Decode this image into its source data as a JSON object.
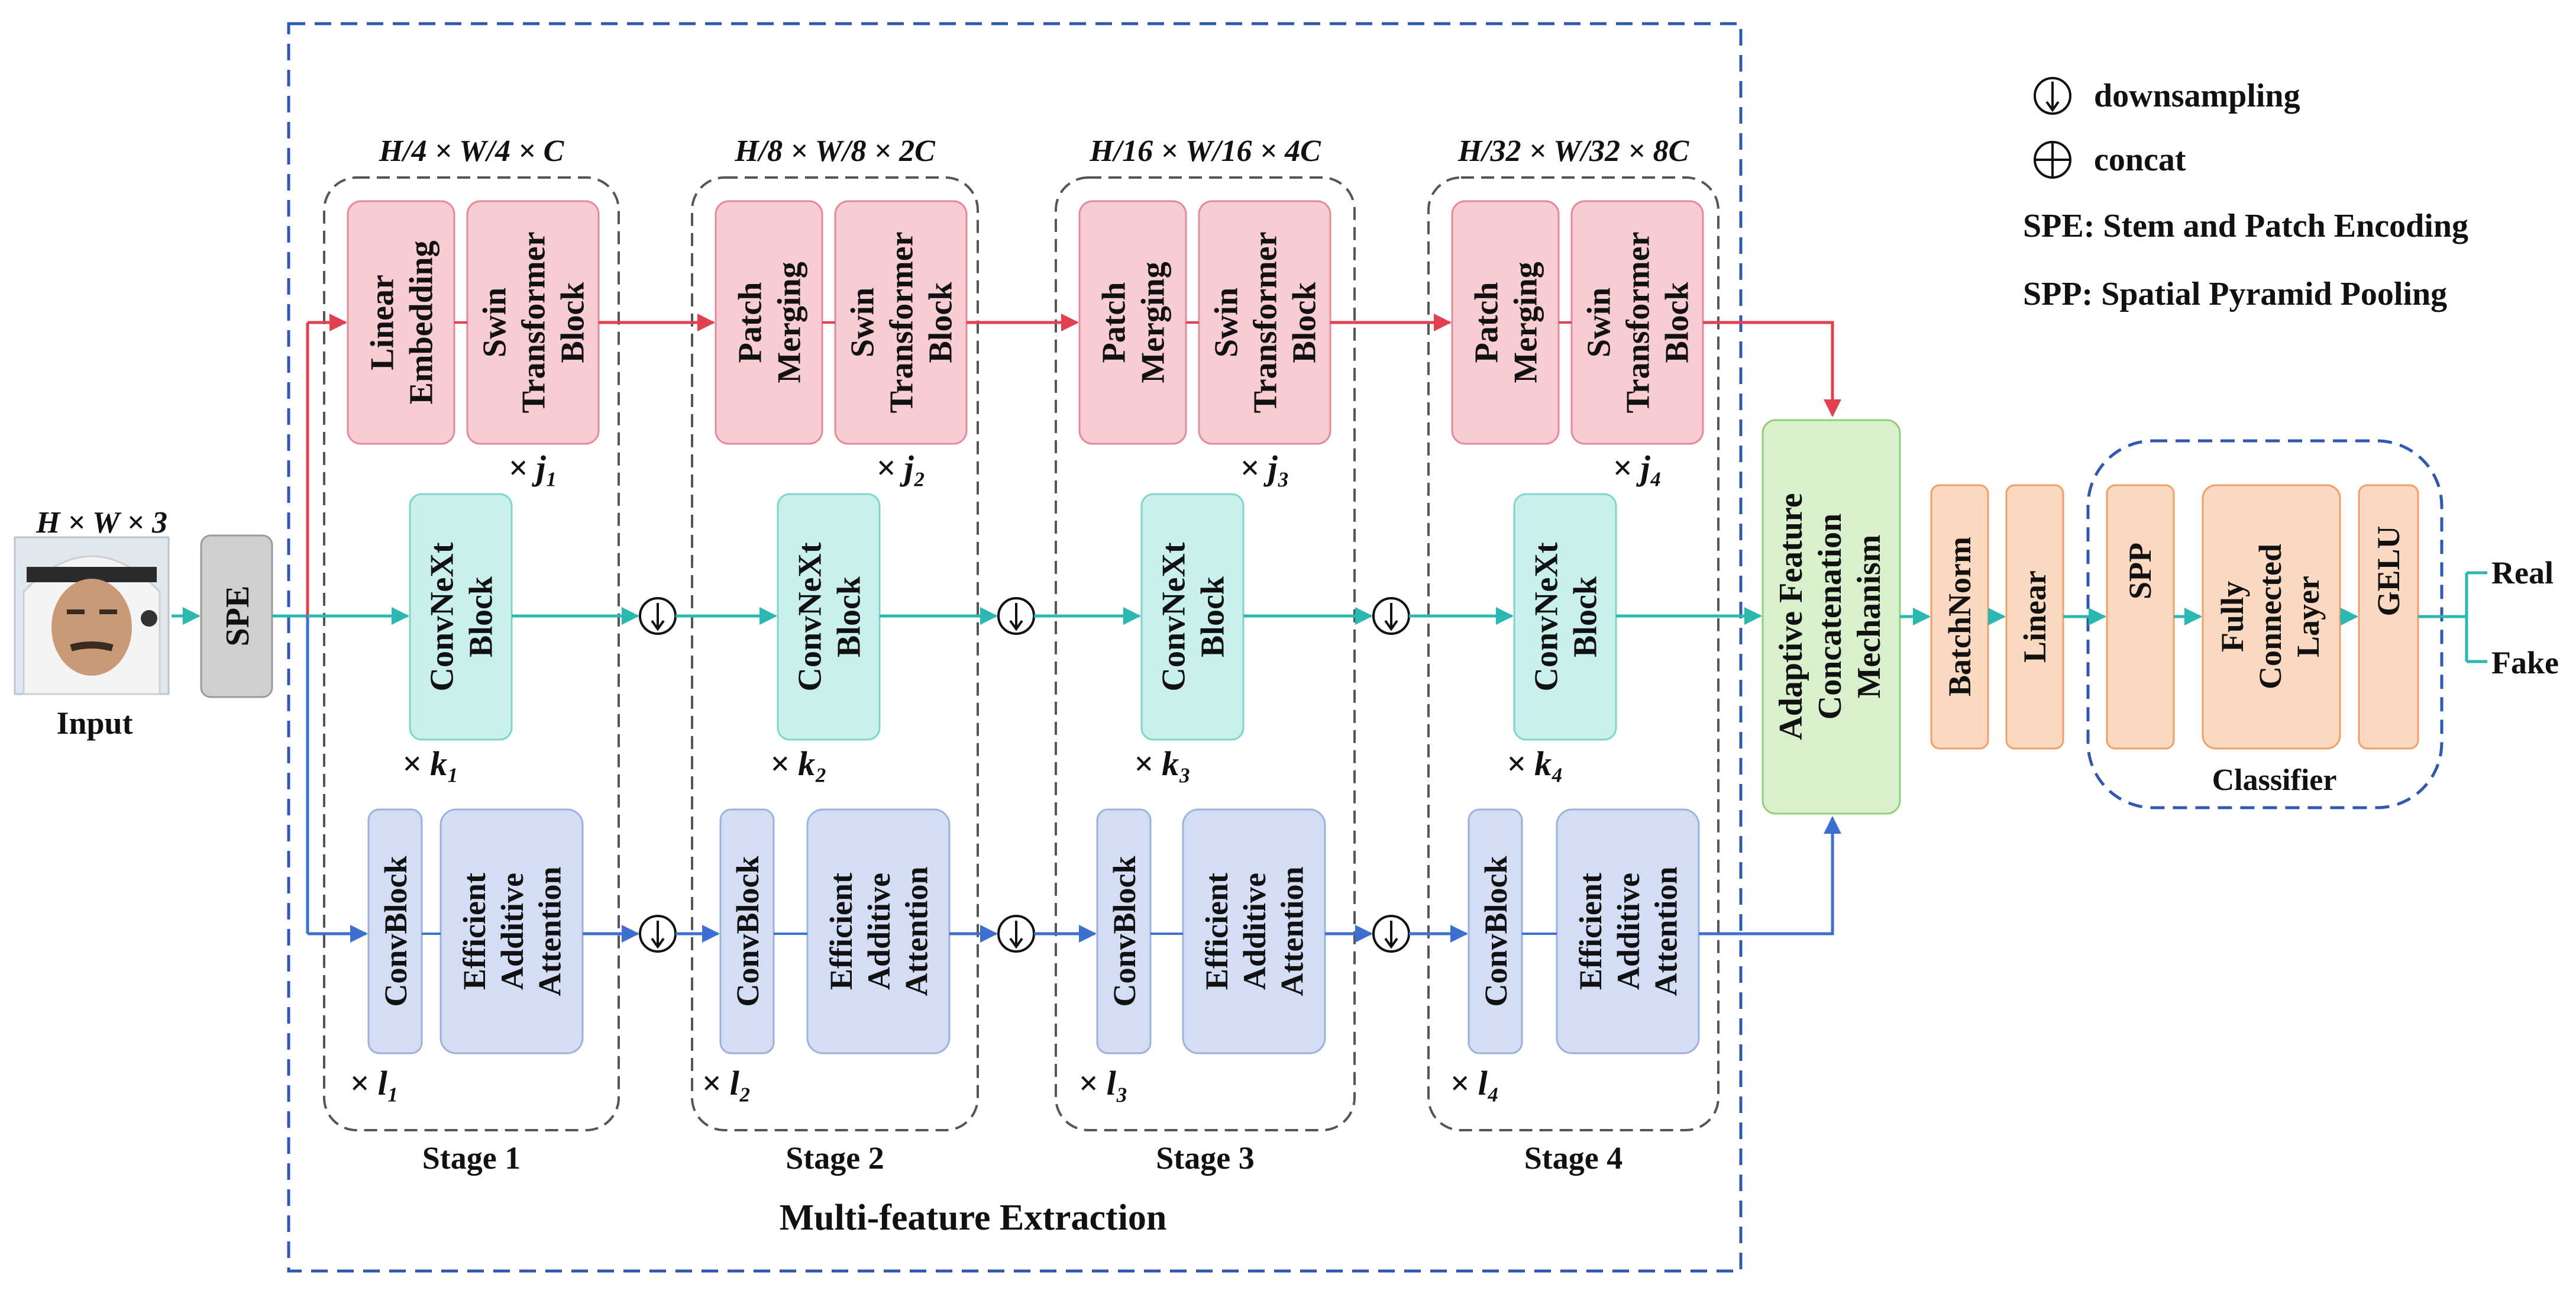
{
  "input": {
    "dim_label": "H × W × 3",
    "label": "Input"
  },
  "spe": {
    "label": "SPE"
  },
  "container": {
    "title": "Multi-feature Extraction"
  },
  "stages": [
    {
      "name": "Stage 1",
      "dim": "H/4 × W/4 × C",
      "top_blocks": [
        "Linear\nEmbedding",
        "Swin\nTransformer\nBlock"
      ],
      "top_repeat": "× j₁",
      "mid_block": "ConvNeXt\nBlock",
      "mid_repeat": "× k₁",
      "bot_blocks": [
        "ConvBlock",
        "Efficient\nAdditive\nAttention"
      ],
      "bot_repeat": "× l₁"
    },
    {
      "name": "Stage 2",
      "dim": "H/8 × W/8 × 2C",
      "top_blocks": [
        "Patch\nMerging",
        "Swin\nTransformer\nBlock"
      ],
      "top_repeat": "× j₂",
      "mid_block": "ConvNeXt\nBlock",
      "mid_repeat": "× k₂",
      "bot_blocks": [
        "ConvBlock",
        "Efficient\nAdditive\nAttention"
      ],
      "bot_repeat": "× l₂"
    },
    {
      "name": "Stage 3",
      "dim": "H/16 × W/16 × 4C",
      "top_blocks": [
        "Patch\nMerging",
        "Swin\nTransformer\nBlock"
      ],
      "top_repeat": "× j₃",
      "mid_block": "ConvNeXt\nBlock",
      "mid_repeat": "× k₃",
      "bot_blocks": [
        "ConvBlock",
        "Efficient\nAdditive\nAttention"
      ],
      "bot_repeat": "× l₃"
    },
    {
      "name": "Stage 4",
      "dim": "H/32 × W/32 × 8C",
      "top_blocks": [
        "Patch\nMerging",
        "Swin\nTransformer\nBlock"
      ],
      "top_repeat": "× j₄",
      "mid_block": "ConvNeXt\nBlock",
      "mid_repeat": "× k₄",
      "bot_blocks": [
        "ConvBlock",
        "Efficient\nAdditive\nAttention"
      ],
      "bot_repeat": "× l₄"
    }
  ],
  "afcm": {
    "label": "Adaptive Feature\nConcatenation\nMechanism"
  },
  "head": {
    "batchnorm": "BatchNorm",
    "linear": "Linear"
  },
  "classifier": {
    "title": "Classifier",
    "spp": "SPP",
    "fc": "Fully\nConnected\nLayer",
    "gelu": "GELU"
  },
  "outputs": {
    "real": "Real",
    "fake": "Fake"
  },
  "legend": {
    "downsampling": "downsampling",
    "concat": "concat",
    "spe_def": "SPE: Stem and Patch Encoding",
    "spp_def": "SPP: Spatial Pyramid Pooling"
  },
  "colors": {
    "transformer_fill": "#f7cdd3",
    "transformer_stroke": "#e48a98",
    "transformer_arrow": "#e0404f",
    "convnext_fill": "#c9f0ec",
    "convnext_stroke": "#7fd4cb",
    "convnext_arrow": "#2ab8b0",
    "attention_fill": "#d3ddf3",
    "attention_stroke": "#9db1de",
    "attention_arrow": "#3d6fd0",
    "spe_fill": "#cfcfcf",
    "afcm_fill": "#d9f0cd",
    "afcm_stroke": "#96cd7d",
    "head_fill": "#fbd9c1",
    "head_stroke": "#f0a066",
    "container_dash": "#2f58b0",
    "stage_dash": "#555555"
  }
}
